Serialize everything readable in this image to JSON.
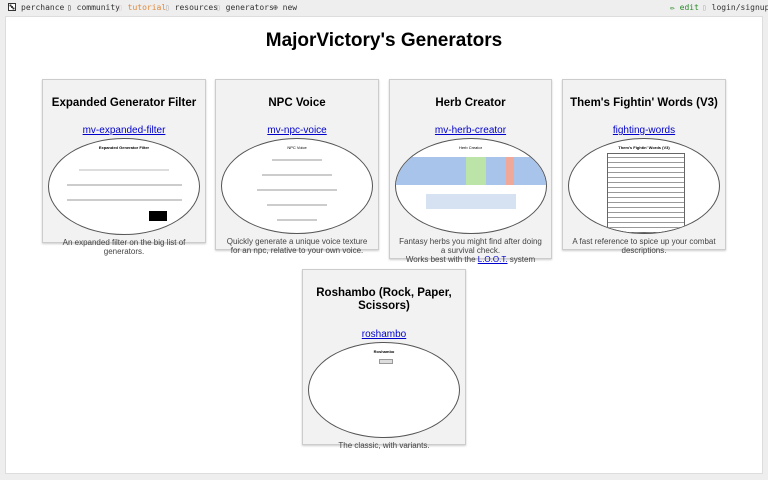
{
  "nav": {
    "brand": "perchance",
    "community": "community",
    "tutorial": "tutorial",
    "resources": "resources",
    "generators": "generators",
    "new": "new",
    "edit": "edit",
    "login": "login/signup"
  },
  "page_title": "MajorVictory's Generators",
  "cards": [
    {
      "title": "Expanded Generator Filter",
      "link": "mv-expanded-filter",
      "desc": "An expanded filter on the big list of generators.",
      "thumb_title": "Expanded Generator Filter"
    },
    {
      "title": "NPC Voice",
      "link": "mv-npc-voice",
      "desc": "Quickly generate a unique voice texture for an npc, relative to your own voice.",
      "thumb_title": "NPC Voice"
    },
    {
      "title": "Herb Creator",
      "link": "mv-herb-creator",
      "desc": "Fantasy herbs you might find after doing a survival check.",
      "desc2": "Works best with the",
      "desc_link": "L.O.O.T.",
      "desc3": "system",
      "thumb_title": "Herb Creator"
    },
    {
      "title": "Them's Fightin' Words (V3)",
      "link": "fighting-words",
      "desc": "A fast reference to spice up your combat descriptions.",
      "thumb_title": "Them's Fightin' Words (V3)"
    },
    {
      "title": "Roshambo (Rock, Paper, Scissors)",
      "link": "roshambo",
      "desc": "The classic, with variants.",
      "thumb_title": "Roshambo"
    }
  ],
  "colors": {
    "tutorial": "#e08a3c",
    "edit": "#2a8a2a",
    "link": "#0000cc"
  }
}
